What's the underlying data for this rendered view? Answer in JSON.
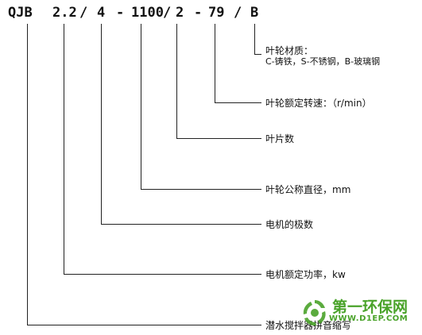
{
  "code": {
    "segments": [
      "QJB",
      "2.2",
      "/",
      "4",
      "-",
      "1100",
      "/",
      "2",
      "-",
      "79",
      "/",
      "B"
    ]
  },
  "labels": {
    "impeller_material_title": "叶轮材质：",
    "impeller_material_options": "C-铸铁，S-不锈钢，B-玻璃钢",
    "rated_speed": "叶轮额定转速：（r/min）",
    "blade_count": "叶片数",
    "nominal_diameter": "叶轮公称直径，mm",
    "motor_poles": "电机的极数",
    "rated_power": "电机额定功率，kw",
    "pinyin_abbrev": "潜水搅拌器拼音缩写"
  },
  "watermark": {
    "title": "第一环保网",
    "url": "WWW.D1EP.COM"
  },
  "colors": {
    "line": "#222222",
    "text": "#111111",
    "watermark": "#4aa32a"
  }
}
